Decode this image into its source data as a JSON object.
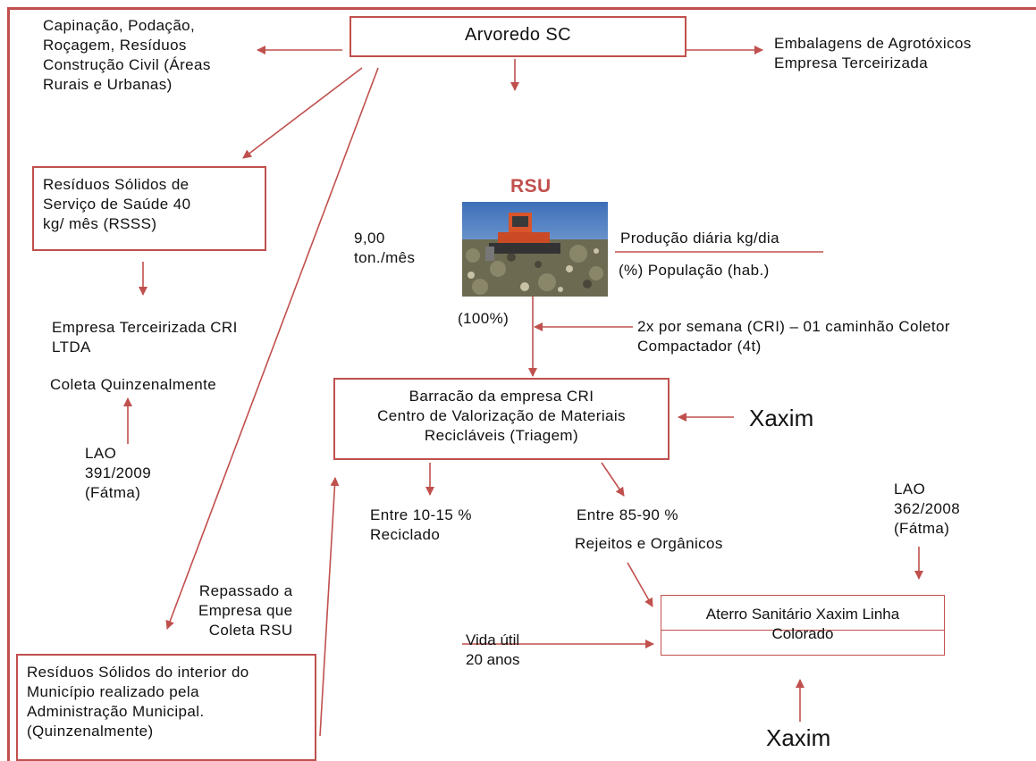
{
  "colors": {
    "frame": "#c0504d",
    "arrow": "#c0504d",
    "rsu_title": "#c0504d"
  },
  "top": {
    "title": "Arvoredo SC",
    "left_note": "Capinação, Podação,\nRoçagem, Resíduos\nConstrução Civil (Áreas\nRurais e Urbanas)",
    "right_note": "Embalagens de Agrotóxicos\nEmpresa Terceirizada"
  },
  "rsss": {
    "box_text": "Resíduos Sólidos de\nServiço de Saúde     40\nkg/ mês   (RSSS)",
    "company": "Empresa Terceirizada  CRI\nLTDA",
    "collection": "Coleta Quinzenalmente",
    "license": "LAO\n391/2009\n(Fátma)"
  },
  "rsu": {
    "title": "RSU",
    "image_icon": "landfill-bulldozer-photo",
    "tonnage": "9,00\nton./mês",
    "daily_production": "Produção diária kg/dia",
    "population": "(%) População  (hab.)",
    "percent": "(100%)",
    "collection_frequency": "2x por semana (CRI) – 01 caminhão Coletor\nCompactador  (4t)"
  },
  "barracao": {
    "box_text": "Barracão da empresa CRI\nCentro de Valorização de Materiais\nRecicláveis (Triagem)",
    "city_label": "Xaxim"
  },
  "outcomes": {
    "recycled": "Entre 10-15  %\nReciclado",
    "rejects_range": "Entre 85-90 %",
    "rejects_label": "Rejeitos e Orgânicos"
  },
  "aterro": {
    "box_text": "Aterro Sanitário Xaxim   Linha\nColorado",
    "license": "LAO\n362/2008\n(Fátma)",
    "lifespan": "Vida útil\n20 anos",
    "city_label": "Xaxim"
  },
  "interior": {
    "repassado": "Repassado a\nEmpresa que\nColeta RSU",
    "box_text": "Resíduos Sólidos do interior do\nMunicípio realizado pela\nAdministração Municipal.\n(Quinzenalmente)"
  }
}
